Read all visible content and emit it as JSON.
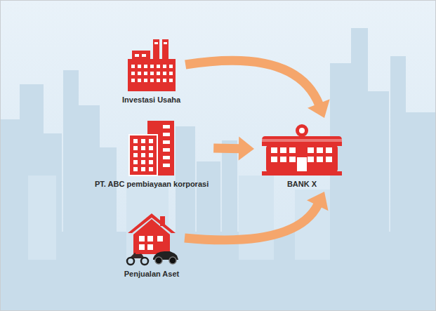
{
  "diagram": {
    "nodes": [
      {
        "text": [
          "Investasi Usaha"
        ]
      },
      {
        "text": [
          "PT. ABC pembiayaan korporasi"
        ]
      },
      {
        "text": [
          "Penjualan Aset"
        ]
      },
      {
        "text": [
          "BANK X"
        ]
      }
    ],
    "edges": [
      {
        "from": 0,
        "to": 3,
        "arrow": "to"
      },
      {
        "from": 1,
        "to": 3,
        "arrow": "to"
      },
      {
        "from": 2,
        "to": 3,
        "arrow": "to"
      }
    ]
  }
}
